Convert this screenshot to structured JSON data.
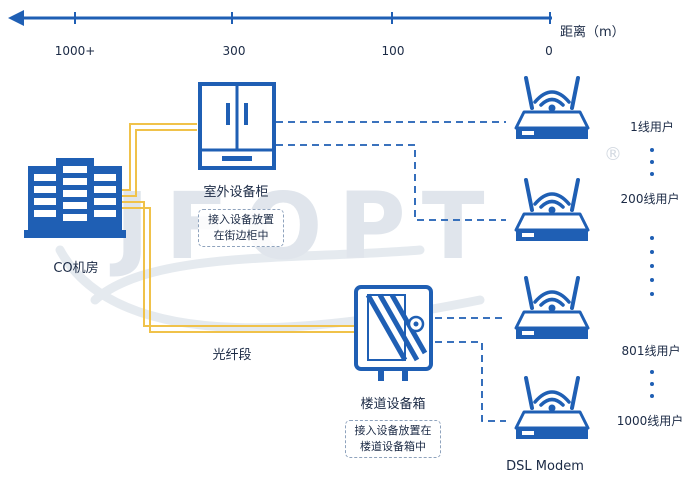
{
  "axis": {
    "title": "距离（m）",
    "ticks": [
      "1000+",
      "300",
      "100",
      "0"
    ]
  },
  "nodes": {
    "co": "CO机房",
    "cabinet": "室外设备柜",
    "cabinet_note": [
      "接入设备放置",
      "在街边柜中"
    ],
    "building": "楼道设备箱",
    "building_note": [
      "接入设备放置在",
      "楼道设备箱中"
    ],
    "modem": "DSL Modem"
  },
  "fiber_label": "光纤段",
  "users": [
    "1线用户",
    "200线用户",
    "801线用户",
    "1000线用户"
  ],
  "watermark": "JFOPT®",
  "colors": {
    "primary": "#1f5fb4",
    "fiber": "#f0c24a",
    "text": "#1b2a45",
    "watermark": "#dde3ea"
  },
  "icons": [
    "server-rack-icon",
    "outdoor-cabinet-icon",
    "building-box-icon",
    "router-icon"
  ]
}
